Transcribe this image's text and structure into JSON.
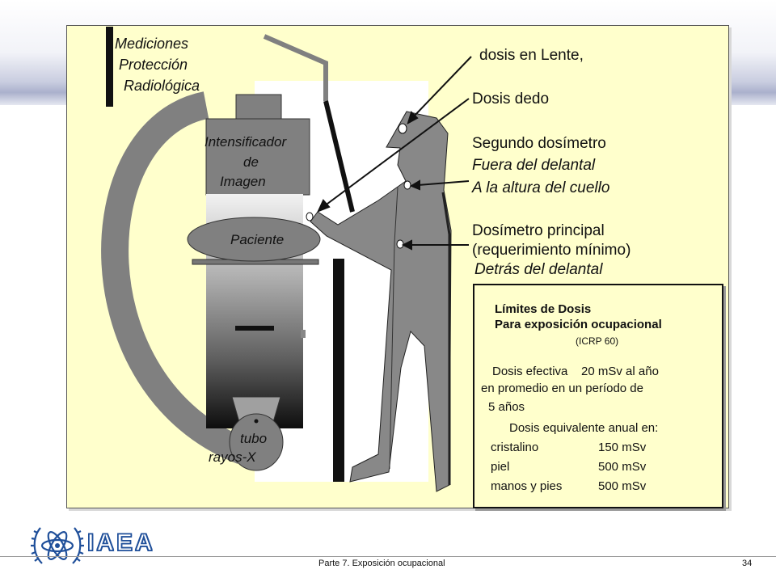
{
  "diagram": {
    "title_lines": [
      "Mediciones",
      "Protección",
      "Radiológica"
    ],
    "intensifier_lines": [
      "Intensificador",
      "de",
      "Imagen"
    ],
    "patient_label": "Paciente",
    "tube_lines": [
      "tubo",
      "rayos-X"
    ],
    "annotations": {
      "lens": "dosis en Lente,",
      "finger": "Dosis  dedo",
      "second_dosimeter": "Segundo dosímetro",
      "outside_apron": "Fuera del delantal",
      "neck_height": "A la altura del cuello",
      "main_dosimeter": "Dosímetro principal",
      "minimum_requirement": "(requerimiento mínimo)",
      "behind_apron": "Detrás del delantal"
    }
  },
  "limits": {
    "heading": "Límites de Dosis",
    "subheading": "Para exposición ocupacional",
    "source": "(ICRP 60)",
    "effective_line1": "Dosis efectiva    20 mSv al año",
    "effective_line2": "en promedio en un período de",
    "effective_line3": "5 años",
    "equivalent_heading": "Dosis equivalente anual en:",
    "rows": [
      {
        "organ": "cristalino",
        "value": "150 mSv"
      },
      {
        "organ": "piel",
        "value": "500 mSv"
      },
      {
        "organ": "manos y pies",
        "value": "500 mSv"
      }
    ]
  },
  "footer": {
    "logo": "IAEA",
    "caption": "Parte 7. Exposición ocupacional",
    "page_number": "34"
  },
  "colors": {
    "panel_background": "#ffffcc",
    "figure_gray": "#888888",
    "logo_blue": "#1f4f9a"
  }
}
